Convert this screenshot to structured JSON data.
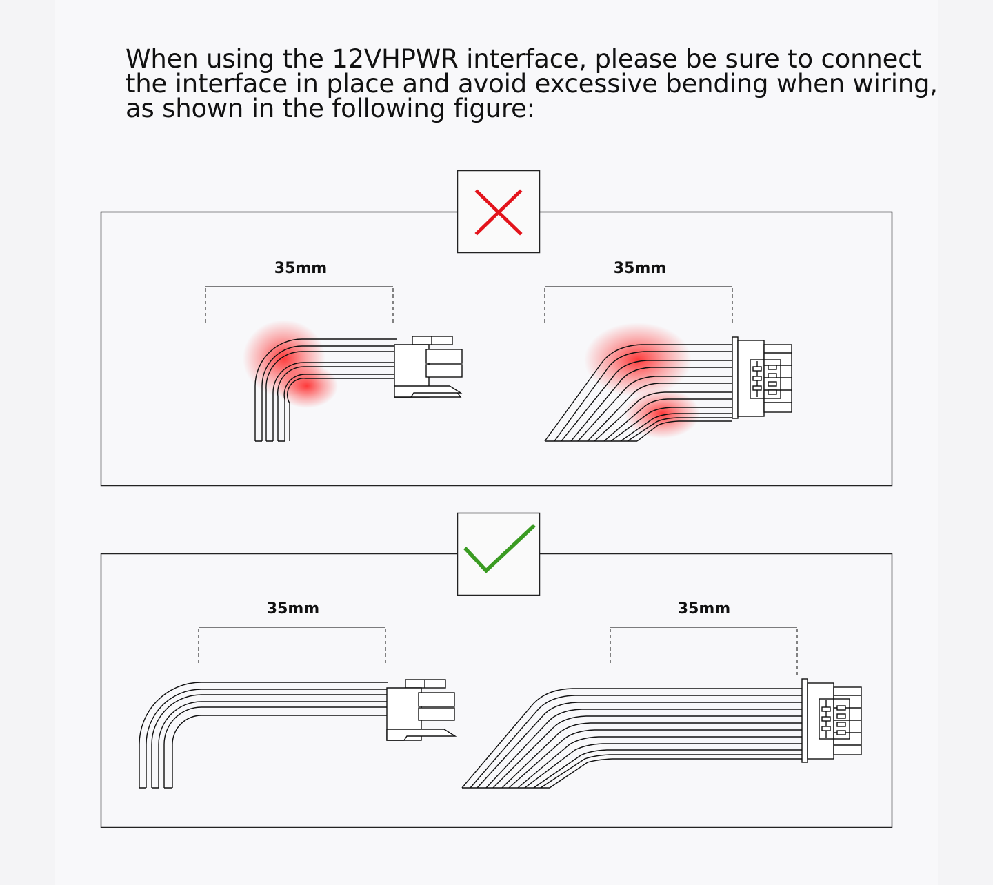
{
  "instructions": {
    "lines": [
      "When using the 12VHPWR interface, please be sure to connect",
      "the interface in place and avoid excessive bending when wiring,",
      "as shown in the following figure:"
    ]
  },
  "wrong_panel": {
    "marker_icon": "red-x-icon",
    "marker_color": "#e3141c",
    "highlight_color": "#ff1a1a",
    "left_dimension_label": "35mm",
    "right_dimension_label": "35mm"
  },
  "right_panel": {
    "marker_icon": "green-check-icon",
    "marker_color": "#3a9b22",
    "left_dimension_label": "35mm",
    "right_dimension_label": "35mm"
  }
}
